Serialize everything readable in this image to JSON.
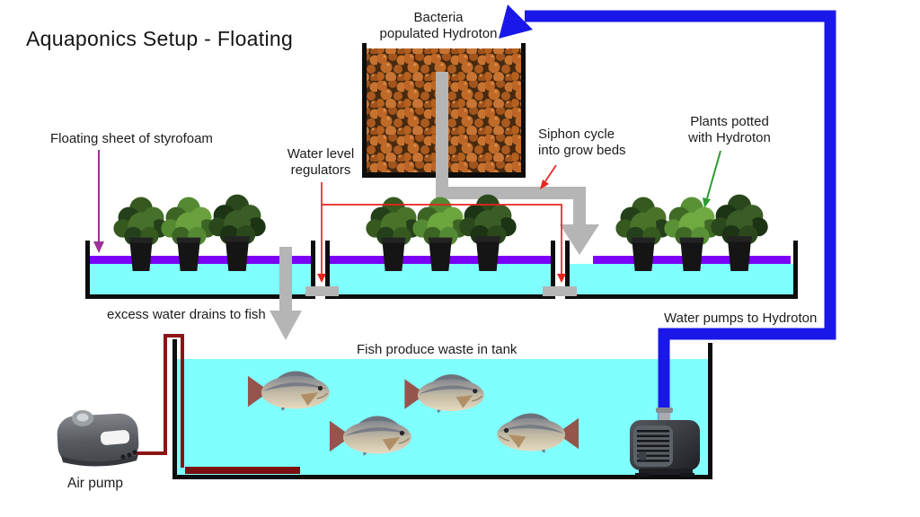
{
  "title": "Aquaponics Setup - Floating",
  "labels": {
    "bacteria_hydroton_line1": "Bacteria",
    "bacteria_hydroton_line2": "populated Hydroton",
    "floating_sheet": "Floating sheet of styrofoam",
    "water_level_line1": "Water level",
    "water_level_line2": "regulators",
    "siphon_line1": "Siphon cycle",
    "siphon_line2": "into grow beds",
    "plants_potted_line1": "Plants potted",
    "plants_potted_line2": "with Hydroton",
    "excess_water": "excess water drains to fish",
    "water_pumps": "Water pumps to Hydroton",
    "fish_waste": "Fish produce waste in tank",
    "air_pump": "Air pump"
  },
  "colors": {
    "water_cyan": "#80ffff",
    "styrofoam_purple": "#7b00f5",
    "pipe_blue": "#1a18e8",
    "pipe_gray": "#b5b5b5",
    "air_line_maroon": "#8b1515",
    "air_stone_dark_red": "#7a1010",
    "annotation_red": "#e8241f",
    "annotation_green": "#2e9b34",
    "annotation_magenta": "#993399",
    "hydroton_orange": "#bf6526",
    "outline": "#0d0d0d"
  },
  "structure": {
    "grow_bed_count": 3,
    "plants_per_bed": 3,
    "fish_count": 4
  }
}
